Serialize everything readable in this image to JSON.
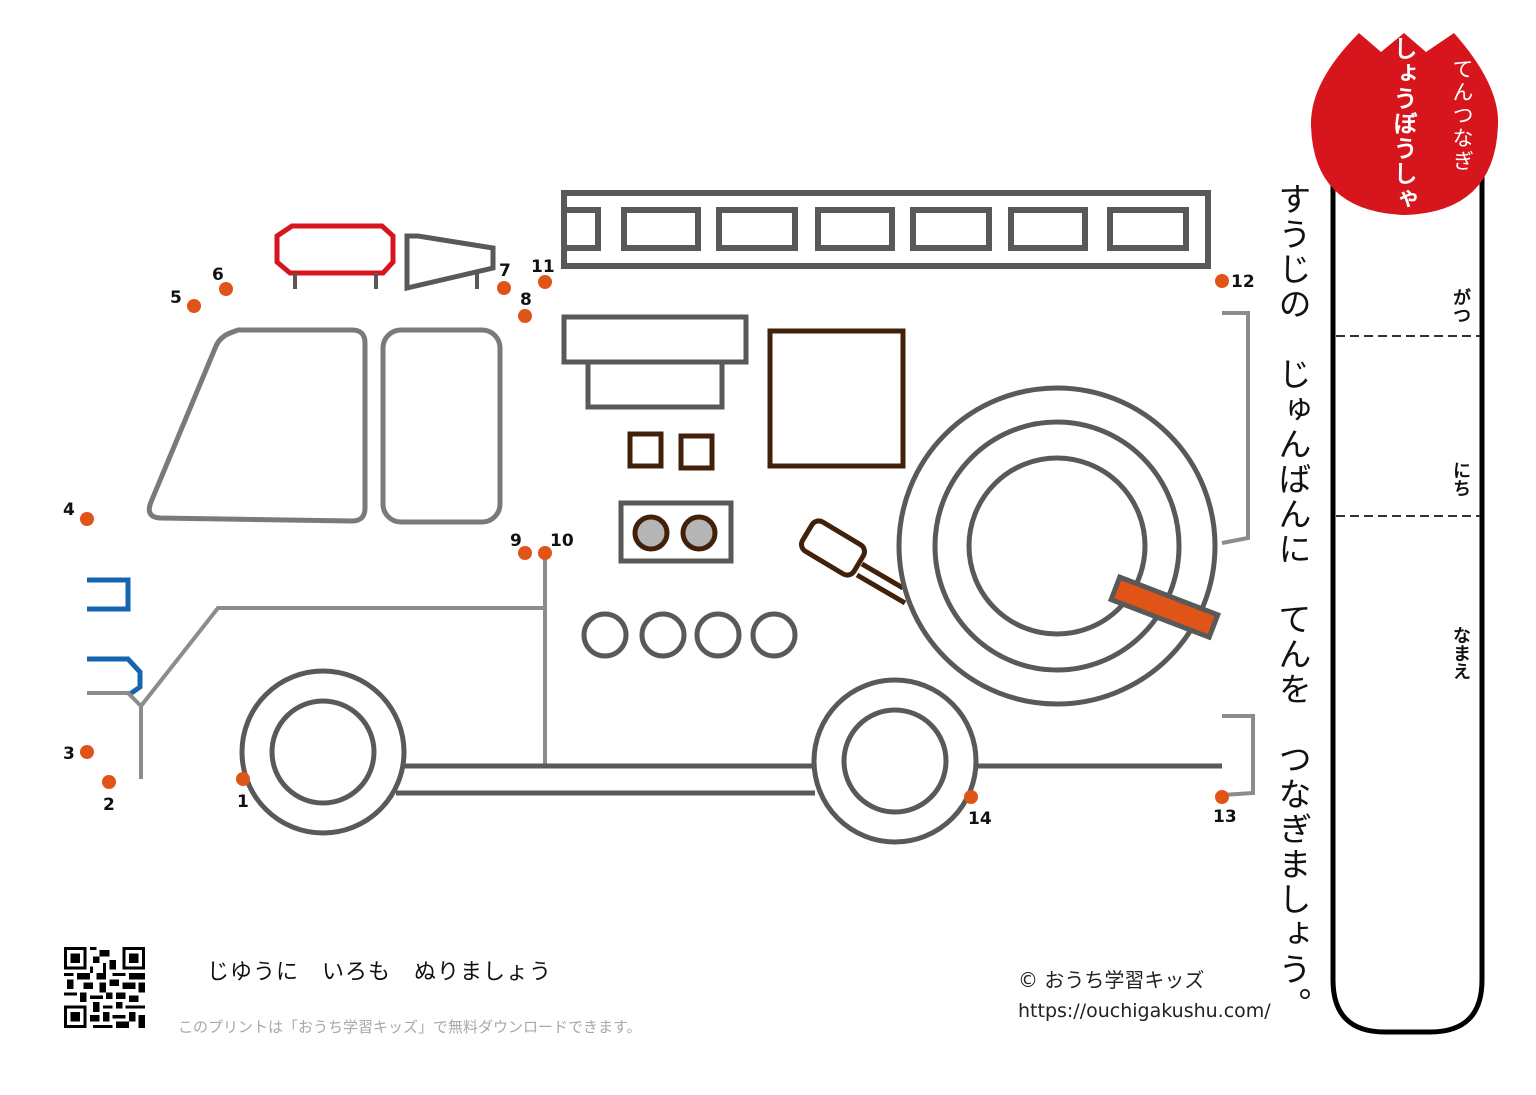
{
  "worksheet": {
    "category": "てんつなぎ",
    "title": "しょうぼうしゃ",
    "instruction": "すうじの　じゅんばんに　てんを　つなぎましょう。",
    "fields": [
      {
        "label": "がつ"
      },
      {
        "label": "にち"
      },
      {
        "label": "なまえ"
      }
    ]
  },
  "dots": [
    {
      "number": "1"
    },
    {
      "number": "2"
    },
    {
      "number": "3"
    },
    {
      "number": "4"
    },
    {
      "number": "5"
    },
    {
      "number": "6"
    },
    {
      "number": "7"
    },
    {
      "number": "8"
    },
    {
      "number": "9"
    },
    {
      "number": "10"
    },
    {
      "number": "11"
    },
    {
      "number": "12"
    },
    {
      "number": "13"
    },
    {
      "number": "14"
    }
  ],
  "footer": {
    "color_note": "じゆうに　いろも　ぬりましょう",
    "download_note": "このプリントは「おうち学習キッズ」で無料ダウンロードできます。",
    "copyright": "© おうち学習キッズ",
    "url": "https://ouchigakushu.com/",
    "qr_icon": "qr-code-icon"
  },
  "colors": {
    "badge_red": "#d7151c",
    "dot_orange": "#e05418",
    "line_gray": "#5a5a5a",
    "light_gray": "#8c8c8c",
    "brown": "#42210b",
    "blue": "#1565b0",
    "siren_red": "#d7151c"
  }
}
